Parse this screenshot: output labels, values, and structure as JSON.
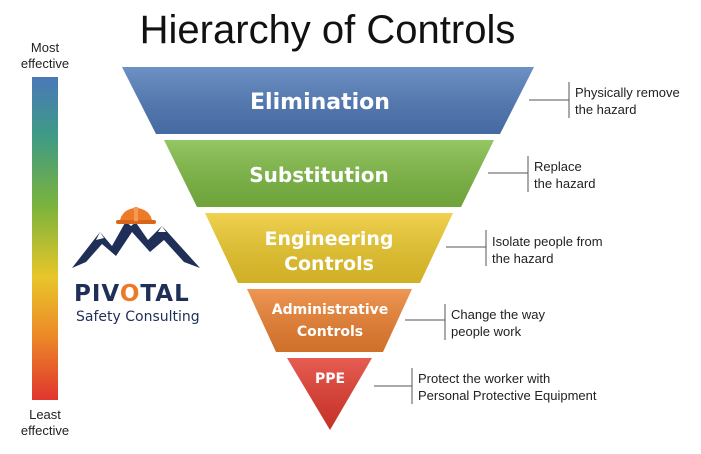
{
  "title": "Hierarchy of Controls",
  "scale": {
    "top_label": "Most\neffective",
    "bottom_label": "Least\neffective"
  },
  "levels": [
    {
      "label": "Elimination",
      "description": "Physically remove\nthe hazard",
      "color": "#4f79b8"
    },
    {
      "label": "Substitution",
      "description": "Replace\nthe hazard",
      "color": "#7dba42"
    },
    {
      "label": "Engineering\nControls",
      "description": "Isolate people from\nthe hazard",
      "color": "#ecc82a"
    },
    {
      "label": "Administrative\nControls",
      "description": "Change the way\npeople work",
      "color": "#ec8030"
    },
    {
      "label": "PPE",
      "description": "Protect the worker with\nPersonal Protective Equipment",
      "color": "#e23a2e"
    }
  ],
  "brand": {
    "name_part1": "PIV",
    "name_accent": "O",
    "name_part2": "TAL",
    "tagline": "Safety Consulting",
    "accent_color": "#ec7a26",
    "navy": "#1f2f57",
    "logo_icon": "mountain-with-hard-hat"
  }
}
